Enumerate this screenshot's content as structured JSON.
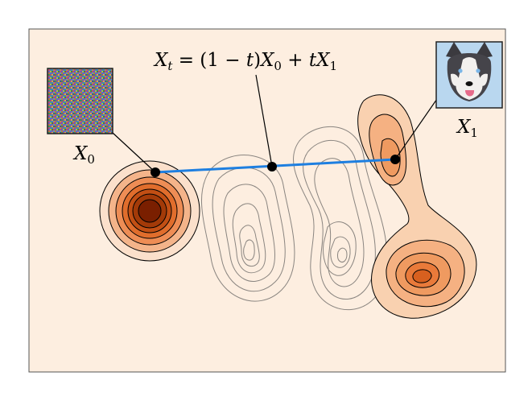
{
  "formula": {
    "lhs_var": "X",
    "lhs_sub": "t",
    "rhs_a": " = (1 − ",
    "rhs_b": "t",
    "rhs_c": ")",
    "rhs_d": "X",
    "rhs_e": "0",
    "rhs_f": " + ",
    "rhs_g": "t",
    "rhs_h": "X",
    "rhs_i": "1"
  },
  "labels": {
    "x0_var": "X",
    "x0_sub": "0",
    "x1_var": "X",
    "x1_sub": "1"
  },
  "colors": {
    "background": "#fdeee0",
    "frame": "#555555",
    "path": "#1e7fe0",
    "source_dark": "#7a1f00",
    "source_mid": "#d9591c",
    "source_light": "#f4b48a",
    "target_fill": "#f7c6a0",
    "target_mid": "#f29a5d",
    "target_dark": "#ea7230",
    "contour_gray": "#8a8580"
  },
  "icons": {
    "noise_image": "noise-image-icon",
    "dog_image": "husky-dog-image-icon"
  }
}
